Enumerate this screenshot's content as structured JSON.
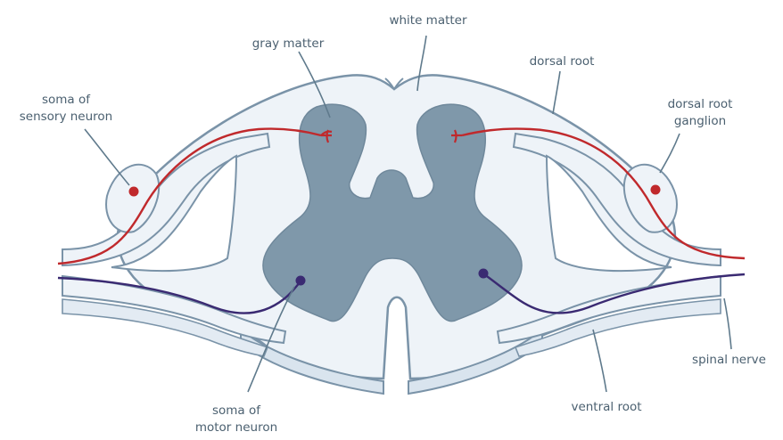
{
  "labels": {
    "white_matter": "white matter",
    "gray_matter": "gray matter",
    "dorsal_root": "dorsal root",
    "dorsal_root_ganglion": [
      "dorsal root",
      "ganglion"
    ],
    "soma_sensory": [
      "soma of",
      "sensory neuron"
    ],
    "soma_motor": [
      "soma of",
      "motor neuron"
    ],
    "ventral_root": "ventral root",
    "spinal_nerve": "spinal nerve"
  },
  "colors": {
    "outline": "#7a93a8",
    "gray_matter": "#7f98aa",
    "white_matter": "#eef3f8",
    "sensory_neuron": "#c0292c",
    "motor_neuron": "#3a2a72",
    "leader_line": "#5f7a8c"
  }
}
